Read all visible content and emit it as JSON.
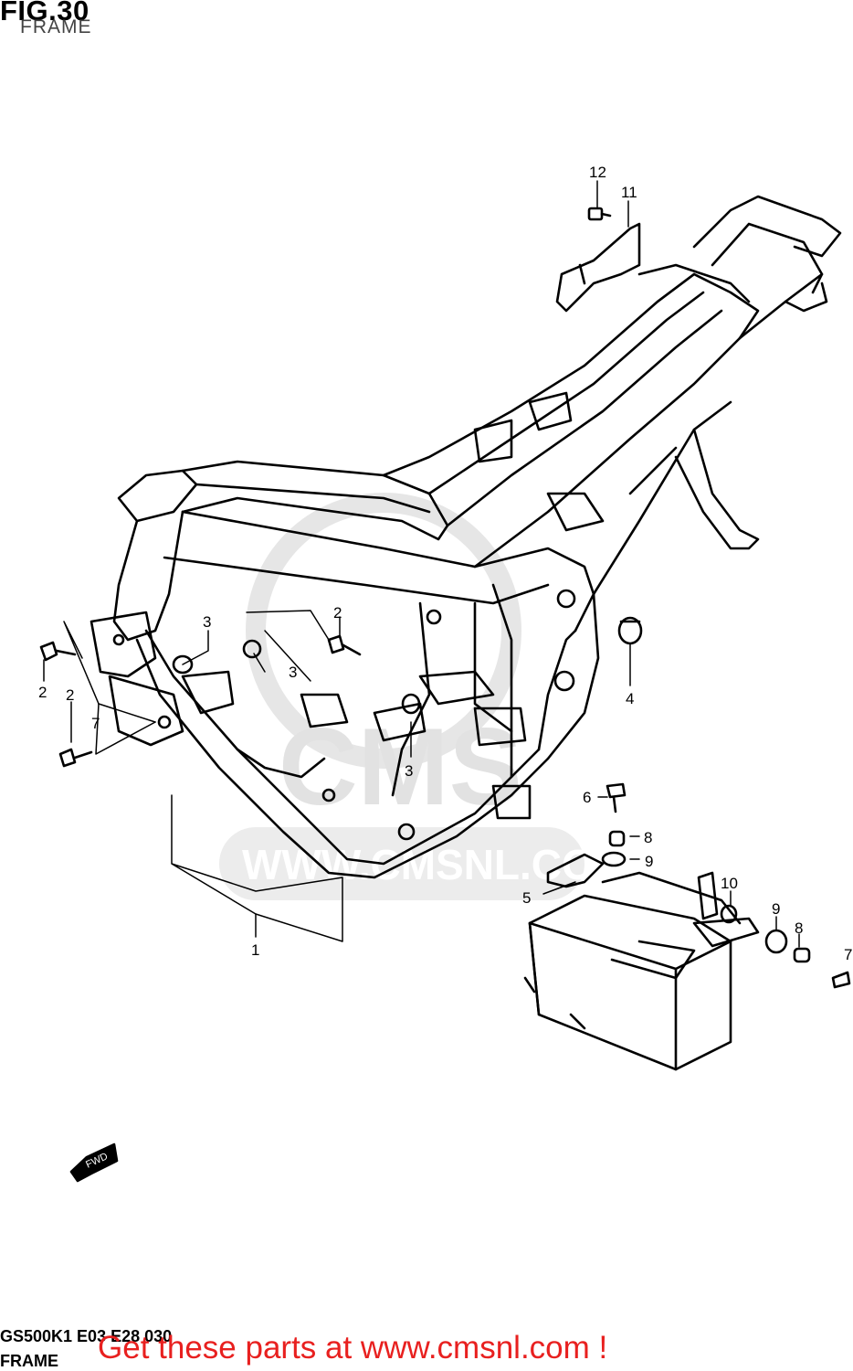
{
  "figure": {
    "title": "FIG.30",
    "subtitle": "FRAME"
  },
  "watermark": {
    "brand": "CMS",
    "url": "WWW.CMSNL.COM"
  },
  "fwd_label": "FWD",
  "callouts": [
    "1",
    "2",
    "2",
    "2",
    "3",
    "3",
    "3",
    "4",
    "5",
    "6",
    "7",
    "7",
    "8",
    "8",
    "9",
    "9",
    "10",
    "11",
    "12"
  ],
  "footer": {
    "code": "GS500K1 E03 E28 030",
    "name": "FRAME",
    "promo": "Get these parts at www.cmsnl.com !"
  }
}
